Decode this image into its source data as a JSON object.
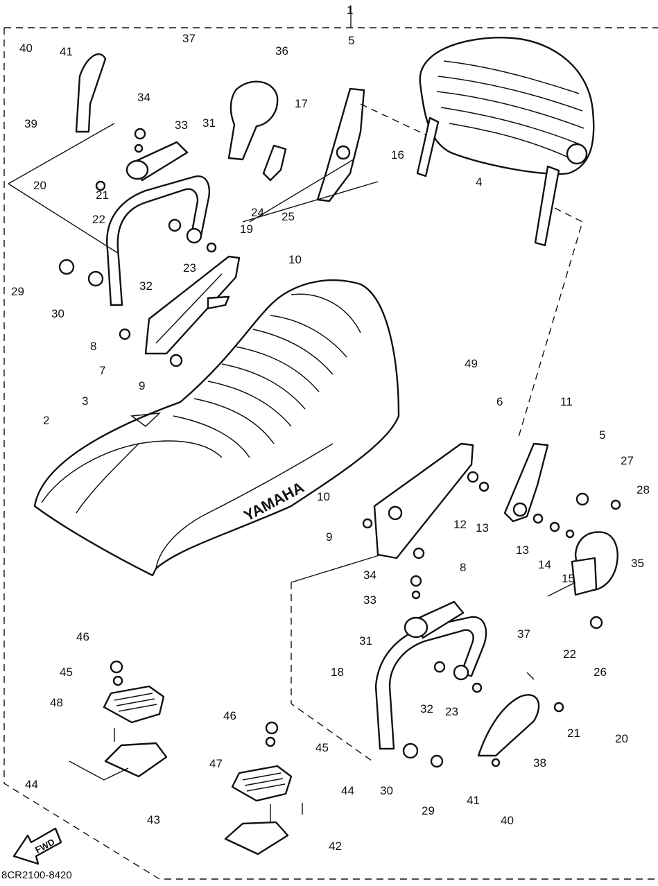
{
  "diagram": {
    "code": "8CR2100-8420",
    "fwd_label": "FWD",
    "brand_mark": "YAMAHA",
    "assembly_number": "1",
    "callouts": [
      "2",
      "3",
      "4",
      "5",
      "5",
      "6",
      "7",
      "8",
      "8",
      "9",
      "9",
      "10",
      "10",
      "11",
      "12",
      "13",
      "13",
      "14",
      "15",
      "16",
      "17",
      "18",
      "19",
      "20",
      "20",
      "21",
      "21",
      "22",
      "22",
      "23",
      "23",
      "24",
      "25",
      "26",
      "27",
      "28",
      "29",
      "29",
      "30",
      "30",
      "31",
      "31",
      "32",
      "32",
      "33",
      "33",
      "34",
      "34",
      "35",
      "36",
      "37",
      "37",
      "38",
      "39",
      "40",
      "40",
      "41",
      "41",
      "42",
      "43",
      "44",
      "44",
      "45",
      "45",
      "46",
      "46",
      "47",
      "48",
      "49"
    ]
  }
}
